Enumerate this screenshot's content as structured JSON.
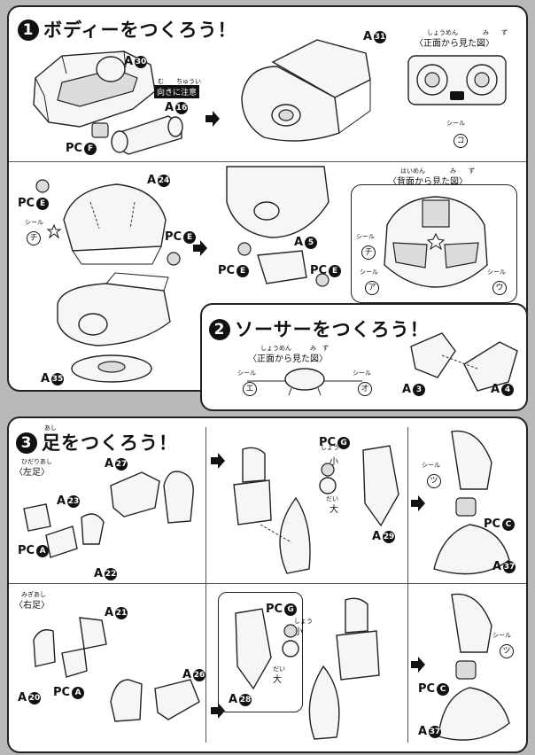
{
  "step1": {
    "number": "1",
    "title": "ボディーをつくろう！"
  },
  "step2": {
    "number": "2",
    "title": "ソーサーをつくろう！"
  },
  "step3": {
    "number": "3",
    "title": "足をつくろう！"
  },
  "views": {
    "front": "〈正面から見た図〉",
    "front_ruby": "しょうめん　　　　み　　ず",
    "back": "〈背面から見た図〉",
    "back_ruby": "はいめん　　　　み　　ず",
    "saucer_front": "〈正面から見た図〉",
    "saucer_front_ruby": "しょうめん　　　み　ず"
  },
  "notes": {
    "orientation": "向きに注意",
    "orientation_ruby": "む　　ちゅうい"
  },
  "legs": {
    "left": "〈左足〉",
    "left_ruby": "ひだりあし",
    "right": "〈右足〉",
    "right_ruby": "みぎあし",
    "leg_ruby": "あし",
    "small": "小",
    "small_ruby": "しょう",
    "large": "大",
    "large_ruby": "だい"
  },
  "sticker_word": "シール",
  "stickers": {
    "ko": "コ",
    "chi": "チ",
    "a": "ア",
    "u": "ウ",
    "e": "エ",
    "o": "オ",
    "tsu": "ツ"
  },
  "parts": {
    "prefix_a": "A",
    "prefix_pc": "PC",
    "a30": "30",
    "a31": "31",
    "a16": "16",
    "a24": "24",
    "a35": "35",
    "a5": "5",
    "a3": "3",
    "a4": "4",
    "a27": "27",
    "a23": "23",
    "a22": "22",
    "a29": "29",
    "a37": "37",
    "a21": "21",
    "a20": "20",
    "a26": "26",
    "a28": "28",
    "pcF": "F",
    "pcE": "E",
    "pcA": "A",
    "pcG": "G",
    "pcC": "C"
  },
  "icons": [
    "arrow-right-icon",
    "star-icon",
    "circle-number-badge"
  ]
}
